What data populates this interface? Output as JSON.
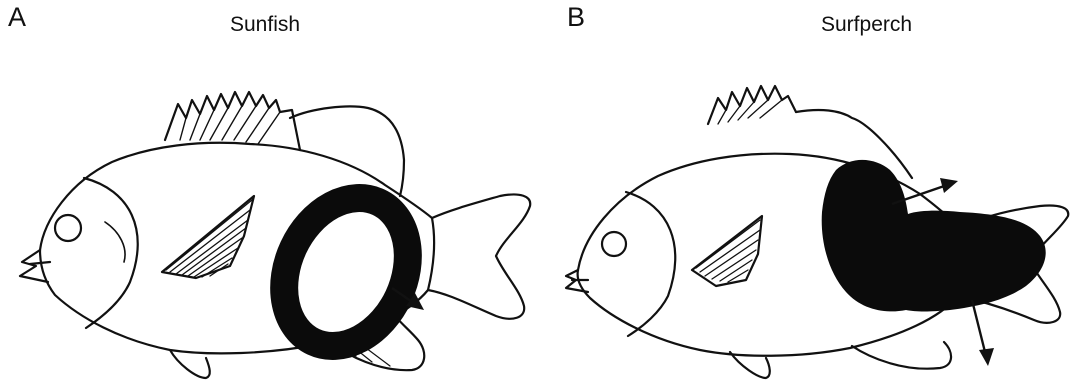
{
  "panels": [
    {
      "letter": "A",
      "title": "Sunfish"
    },
    {
      "letter": "B",
      "title": "Surfperch"
    }
  ],
  "colors": {
    "ink": "#111111",
    "highlight": "#0b0b0b",
    "background": "#ffffff"
  }
}
